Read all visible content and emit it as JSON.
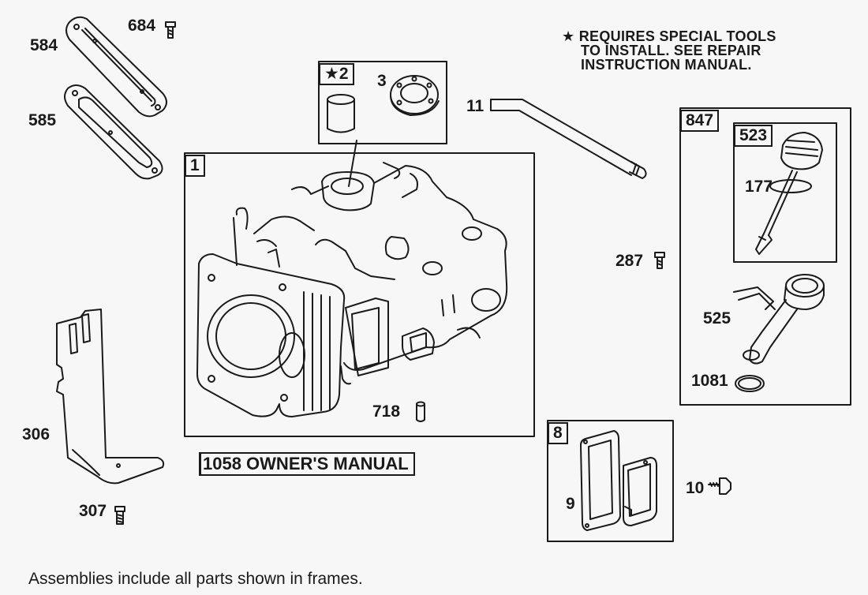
{
  "note": {
    "line1": "★ REQUIRES SPECIAL TOOLS",
    "line2": "TO INSTALL.  SEE REPAIR",
    "line3": "INSTRUCTION MANUAL."
  },
  "frames": {
    "f1": "1",
    "f2": "★2",
    "f8": "8",
    "f847": "847",
    "f523": "523"
  },
  "parts": {
    "p684": "684",
    "p584": "584",
    "p585": "585",
    "p3": "3",
    "p11": "11",
    "p177": "177",
    "p287": "287",
    "p525": "525",
    "p1081": "1081",
    "p718": "718",
    "p306": "306",
    "p307": "307",
    "p9": "9",
    "p10": "10"
  },
  "manual_label": "1058 OWNER'S MANUAL",
  "footnote": "Assemblies include all parts shown in frames."
}
